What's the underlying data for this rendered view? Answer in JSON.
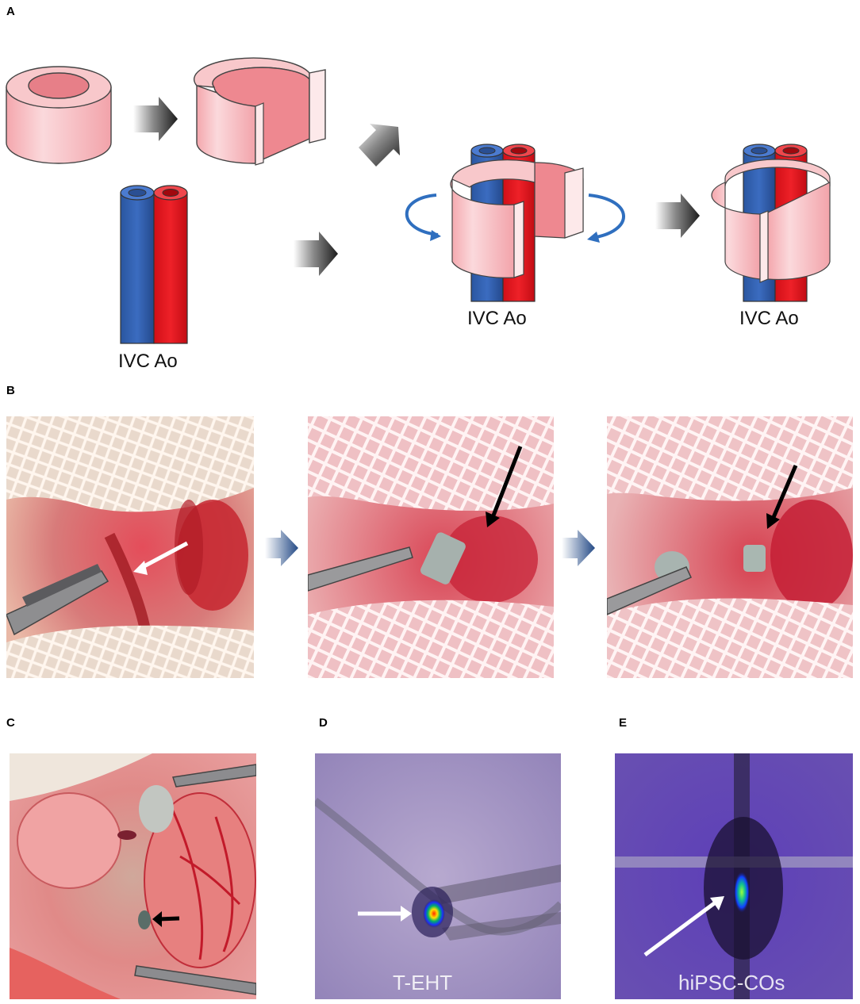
{
  "panels": {
    "a": {
      "label": "A",
      "captions": [
        "IVC Ao",
        "IVC Ao",
        "IVC Ao"
      ]
    },
    "b": {
      "label": "B"
    },
    "c": {
      "label": "C"
    },
    "d": {
      "label": "D",
      "overlay": "T-EHT"
    },
    "e": {
      "label": "E",
      "overlay": "hiPSC-COs"
    }
  },
  "colors": {
    "ring_light": "#f7c4c7",
    "ring_dark": "#e77f88",
    "ivc_blue": "#2f5fae",
    "aorta_red": "#e3121b",
    "arrow_dark": "#2a2a2a",
    "arrow_blue": "#2f5fae"
  }
}
